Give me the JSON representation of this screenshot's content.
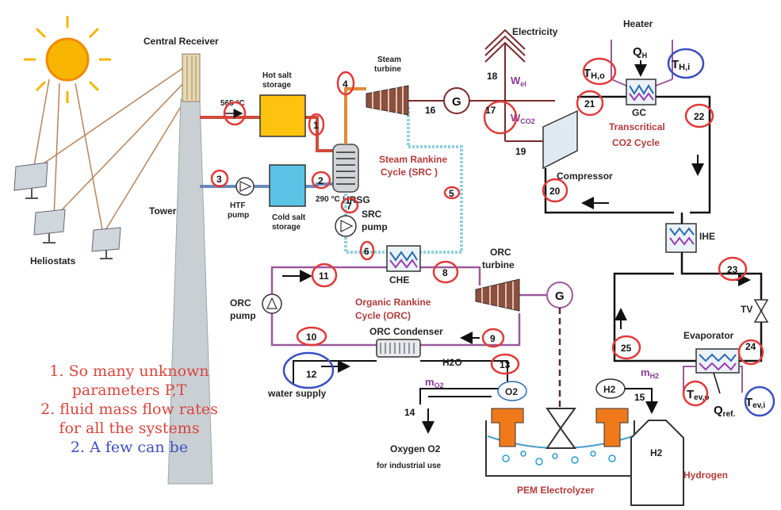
{
  "labels": {
    "central_receiver": "Central Receiver",
    "tower": "Tower",
    "heliostats": "Heliostats",
    "hot_salt": [
      "Hot salt",
      "storage"
    ],
    "cold_salt": [
      "Cold salt",
      "storage"
    ],
    "htf_pump": [
      "HTF",
      "pump"
    ],
    "hrsg": "HRSG",
    "t565": "565 °C",
    "t290": "290 °C",
    "steam_turbine": [
      "Steam",
      "turbine"
    ],
    "src_pump": [
      "SRC",
      "pump"
    ],
    "src_cycle": [
      "Steam Rankine",
      "Cycle (SRC )"
    ],
    "che": "CHE",
    "orc_turbine": [
      "ORC",
      "turbine"
    ],
    "orc_pump": [
      "ORC",
      "pump"
    ],
    "orc_cycle": [
      "Organic Rankine",
      "Cycle (ORC)"
    ],
    "orc_condenser": "ORC Condenser",
    "h2o": "H2O",
    "water_supply": "water supply",
    "electricity": "Electricity",
    "w_el": "W",
    "w_el_sub": "el",
    "w_co2": "W",
    "w_co2_sub": "CO2",
    "generator": "G",
    "heater": "Heater",
    "q_h": "Q",
    "q_h_sub": "H",
    "t_ho": "T",
    "t_ho_sub": "H,o",
    "t_hi": "T",
    "t_hi_sub": "H,i",
    "gc": "GC",
    "tc_cycle": [
      "Transcritical",
      "CO2 Cycle"
    ],
    "compressor": "Compressor",
    "ihe": "IHE",
    "tv": "TV",
    "evaporator": "Evaporator",
    "t_evo": "T",
    "t_evo_sub": "ev,o",
    "t_evi": "T",
    "t_evi_sub": "ev,i",
    "q_ref": "Q",
    "q_ref_sub": "ref.",
    "m_o2": "m",
    "m_o2_sub": "O2",
    "m_h2": "m",
    "m_h2_sub": "H2",
    "o2": "O2",
    "h2": "H2",
    "oxygen": [
      "Oxygen O2",
      "for industrial use"
    ],
    "hydrogen": "Hydrogen",
    "h2_tank": "H2",
    "pem": "PEM Electrolyzer"
  },
  "state_points": [
    "1",
    "2",
    "3",
    "4",
    "5",
    "6",
    "7",
    "8",
    "9",
    "10",
    "11",
    "12",
    "13",
    "14",
    "15",
    "16",
    "17",
    "18",
    "19",
    "20",
    "21",
    "22",
    "23",
    "24",
    "25"
  ],
  "notes": [
    "1. So many unknown",
    "parameters P,T",
    "2. fluid mass flow rates",
    "for all the systems",
    "2. A few can be"
  ],
  "colors": {
    "highlight_red": "#e03a3a",
    "highlight_blue": "#3b4fc0",
    "salt_hot": "#ffc20e",
    "salt_cold": "#5bc4e6",
    "pipe_orc": "#9a5a9a",
    "pipe_steam": "#e08a3a",
    "pipe_water": "#8fd0e0"
  }
}
